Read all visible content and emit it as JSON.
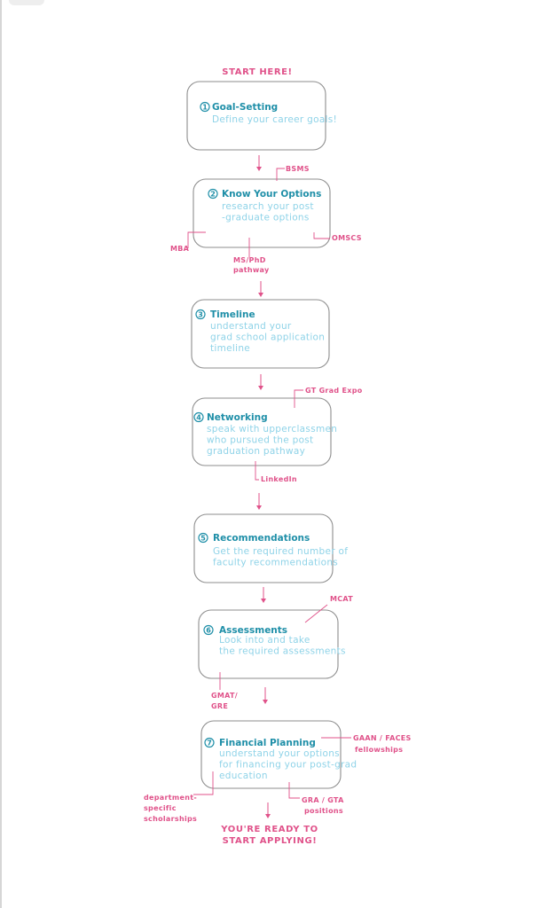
{
  "start_label": "START HERE!",
  "end_label": [
    "YOU'RE READY TO",
    "START APPLYING!"
  ],
  "steps": [
    {
      "number": "1",
      "title": "Goal-Setting",
      "description": [
        "Define your career goals!"
      ]
    },
    {
      "number": "2",
      "title": "Know Your Options",
      "description": [
        "research your post",
        "-graduate options"
      ]
    },
    {
      "number": "3",
      "title": "Timeline",
      "description": [
        "understand your",
        "grad school application",
        "timeline"
      ]
    },
    {
      "number": "4",
      "title": "Networking",
      "description": [
        "speak with upperclassmen",
        "who pursued the post",
        "graduation pathway"
      ]
    },
    {
      "number": "5",
      "title": "Recommendations",
      "description": [
        "Get the required number of",
        "faculty recommendations"
      ]
    },
    {
      "number": "6",
      "title": "Assessments",
      "description": [
        "Look into and take",
        "the required assessments"
      ]
    },
    {
      "number": "7",
      "title": "Financial Planning",
      "description": [
        "understand your options",
        "for financing your post-grad",
        "education"
      ]
    }
  ],
  "annotations": [
    {
      "id": "bsms",
      "lines": [
        "BSMS"
      ]
    },
    {
      "id": "mba",
      "lines": [
        "MBA"
      ]
    },
    {
      "id": "omscs",
      "lines": [
        "OMSCS"
      ]
    },
    {
      "id": "ms-phd",
      "lines": [
        "MS/PhD",
        "pathway"
      ]
    },
    {
      "id": "gt-grad-expo",
      "lines": [
        "GT Grad Expo"
      ]
    },
    {
      "id": "linkedin",
      "lines": [
        "LinkedIn"
      ]
    },
    {
      "id": "mcat",
      "lines": [
        "MCAT"
      ]
    },
    {
      "id": "gmat-gre",
      "lines": [
        "GMAT/",
        "GRE"
      ]
    },
    {
      "id": "gaann-faces",
      "lines": [
        "GAAN / FACES",
        "fellowships"
      ]
    },
    {
      "id": "department-scholarships",
      "lines": [
        "department-",
        "specific",
        "scholarships"
      ]
    },
    {
      "id": "gra-gta",
      "lines": [
        "GRA / GTA",
        "positions"
      ]
    }
  ]
}
